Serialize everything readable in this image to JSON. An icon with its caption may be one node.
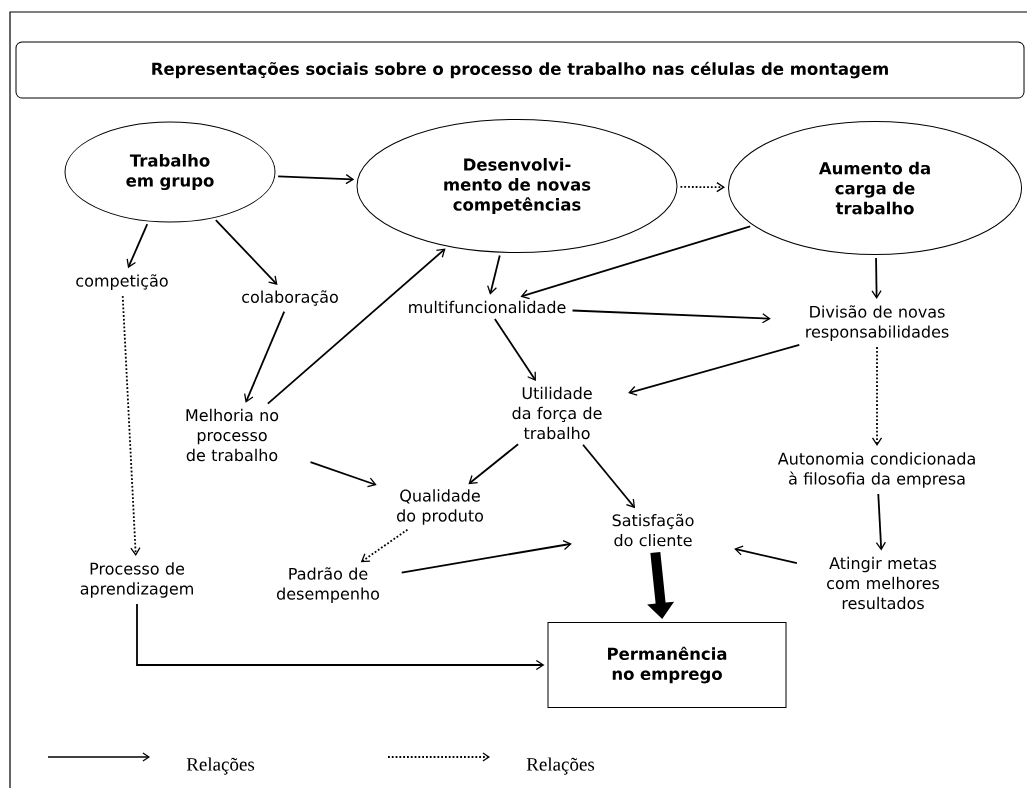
{
  "diagram": {
    "nodes": [
      {
        "text": [
          "Representações sociais sobre o processo de trabalho nas células de montagem"
        ]
      },
      {
        "text": [
          "Trabalho em grupo"
        ]
      },
      {
        "text": [
          "Desenvolvi- mento de novas competências"
        ]
      },
      {
        "text": [
          "Aumento da carga de trabalho"
        ]
      },
      {
        "text": [
          "competição"
        ]
      },
      {
        "text": [
          "colaboração"
        ]
      },
      {
        "text": [
          "multifuncionalidade"
        ]
      },
      {
        "text": [
          "Divisão de novas responsabilidades"
        ]
      },
      {
        "text": [
          "Melhoria no processo de trabalho"
        ]
      },
      {
        "text": [
          "Utilidade da força de trabalho"
        ]
      },
      {
        "text": [
          "Autonomia condicionada à filosofia da empresa"
        ]
      },
      {
        "text": [
          "Qualidade do produto"
        ]
      },
      {
        "text": [
          "Satisfação do cliente"
        ]
      },
      {
        "text": [
          "Processo de aprendizagem"
        ]
      },
      {
        "text": [
          "Padrão de desempenho"
        ]
      },
      {
        "text": [
          "Atingir metas com melhores resultados"
        ]
      },
      {
        "text": [
          "Permanência no emprego"
        ]
      }
    ],
    "edges": [
      {
        "from": 1,
        "to": 2,
        "arrow": "to"
      },
      {
        "from": 2,
        "to": 3,
        "arrow": "to",
        "style": "dashed"
      },
      {
        "from": 1,
        "to": 4,
        "arrow": "to"
      },
      {
        "from": 1,
        "to": 5,
        "arrow": "to"
      },
      {
        "from": 4,
        "to": 13,
        "arrow": "to",
        "style": "dashed"
      },
      {
        "from": 5,
        "to": 8,
        "arrow": "to"
      },
      {
        "from": 8,
        "to": 2,
        "arrow": "to"
      },
      {
        "from": 2,
        "to": 6,
        "arrow": "to"
      },
      {
        "from": 3,
        "to": 6,
        "arrow": "to"
      },
      {
        "from": 3,
        "to": 7,
        "arrow": "to"
      },
      {
        "from": 6,
        "to": 7,
        "arrow": "to"
      },
      {
        "from": 6,
        "to": 9,
        "arrow": "to"
      },
      {
        "from": 7,
        "to": 9,
        "arrow": "to"
      },
      {
        "from": 7,
        "to": 10,
        "arrow": "to",
        "style": "dashed"
      },
      {
        "from": 8,
        "to": 11,
        "arrow": "to"
      },
      {
        "from": 9,
        "to": 11,
        "arrow": "to"
      },
      {
        "from": 9,
        "to": 12,
        "arrow": "to"
      },
      {
        "from": 11,
        "to": 14,
        "arrow": "to",
        "style": "dashed"
      },
      {
        "from": 14,
        "to": 12,
        "arrow": "to"
      },
      {
        "from": 10,
        "to": 15,
        "arrow": "to"
      },
      {
        "from": 15,
        "to": 12,
        "arrow": "to"
      },
      {
        "from": 12,
        "to": 16,
        "arrow": "to",
        "style": "thick"
      },
      {
        "from": 13,
        "to": 16,
        "arrow": "to"
      }
    ],
    "legend": [
      {
        "text": "Relações"
      },
      {
        "text": "Relações"
      }
    ]
  }
}
